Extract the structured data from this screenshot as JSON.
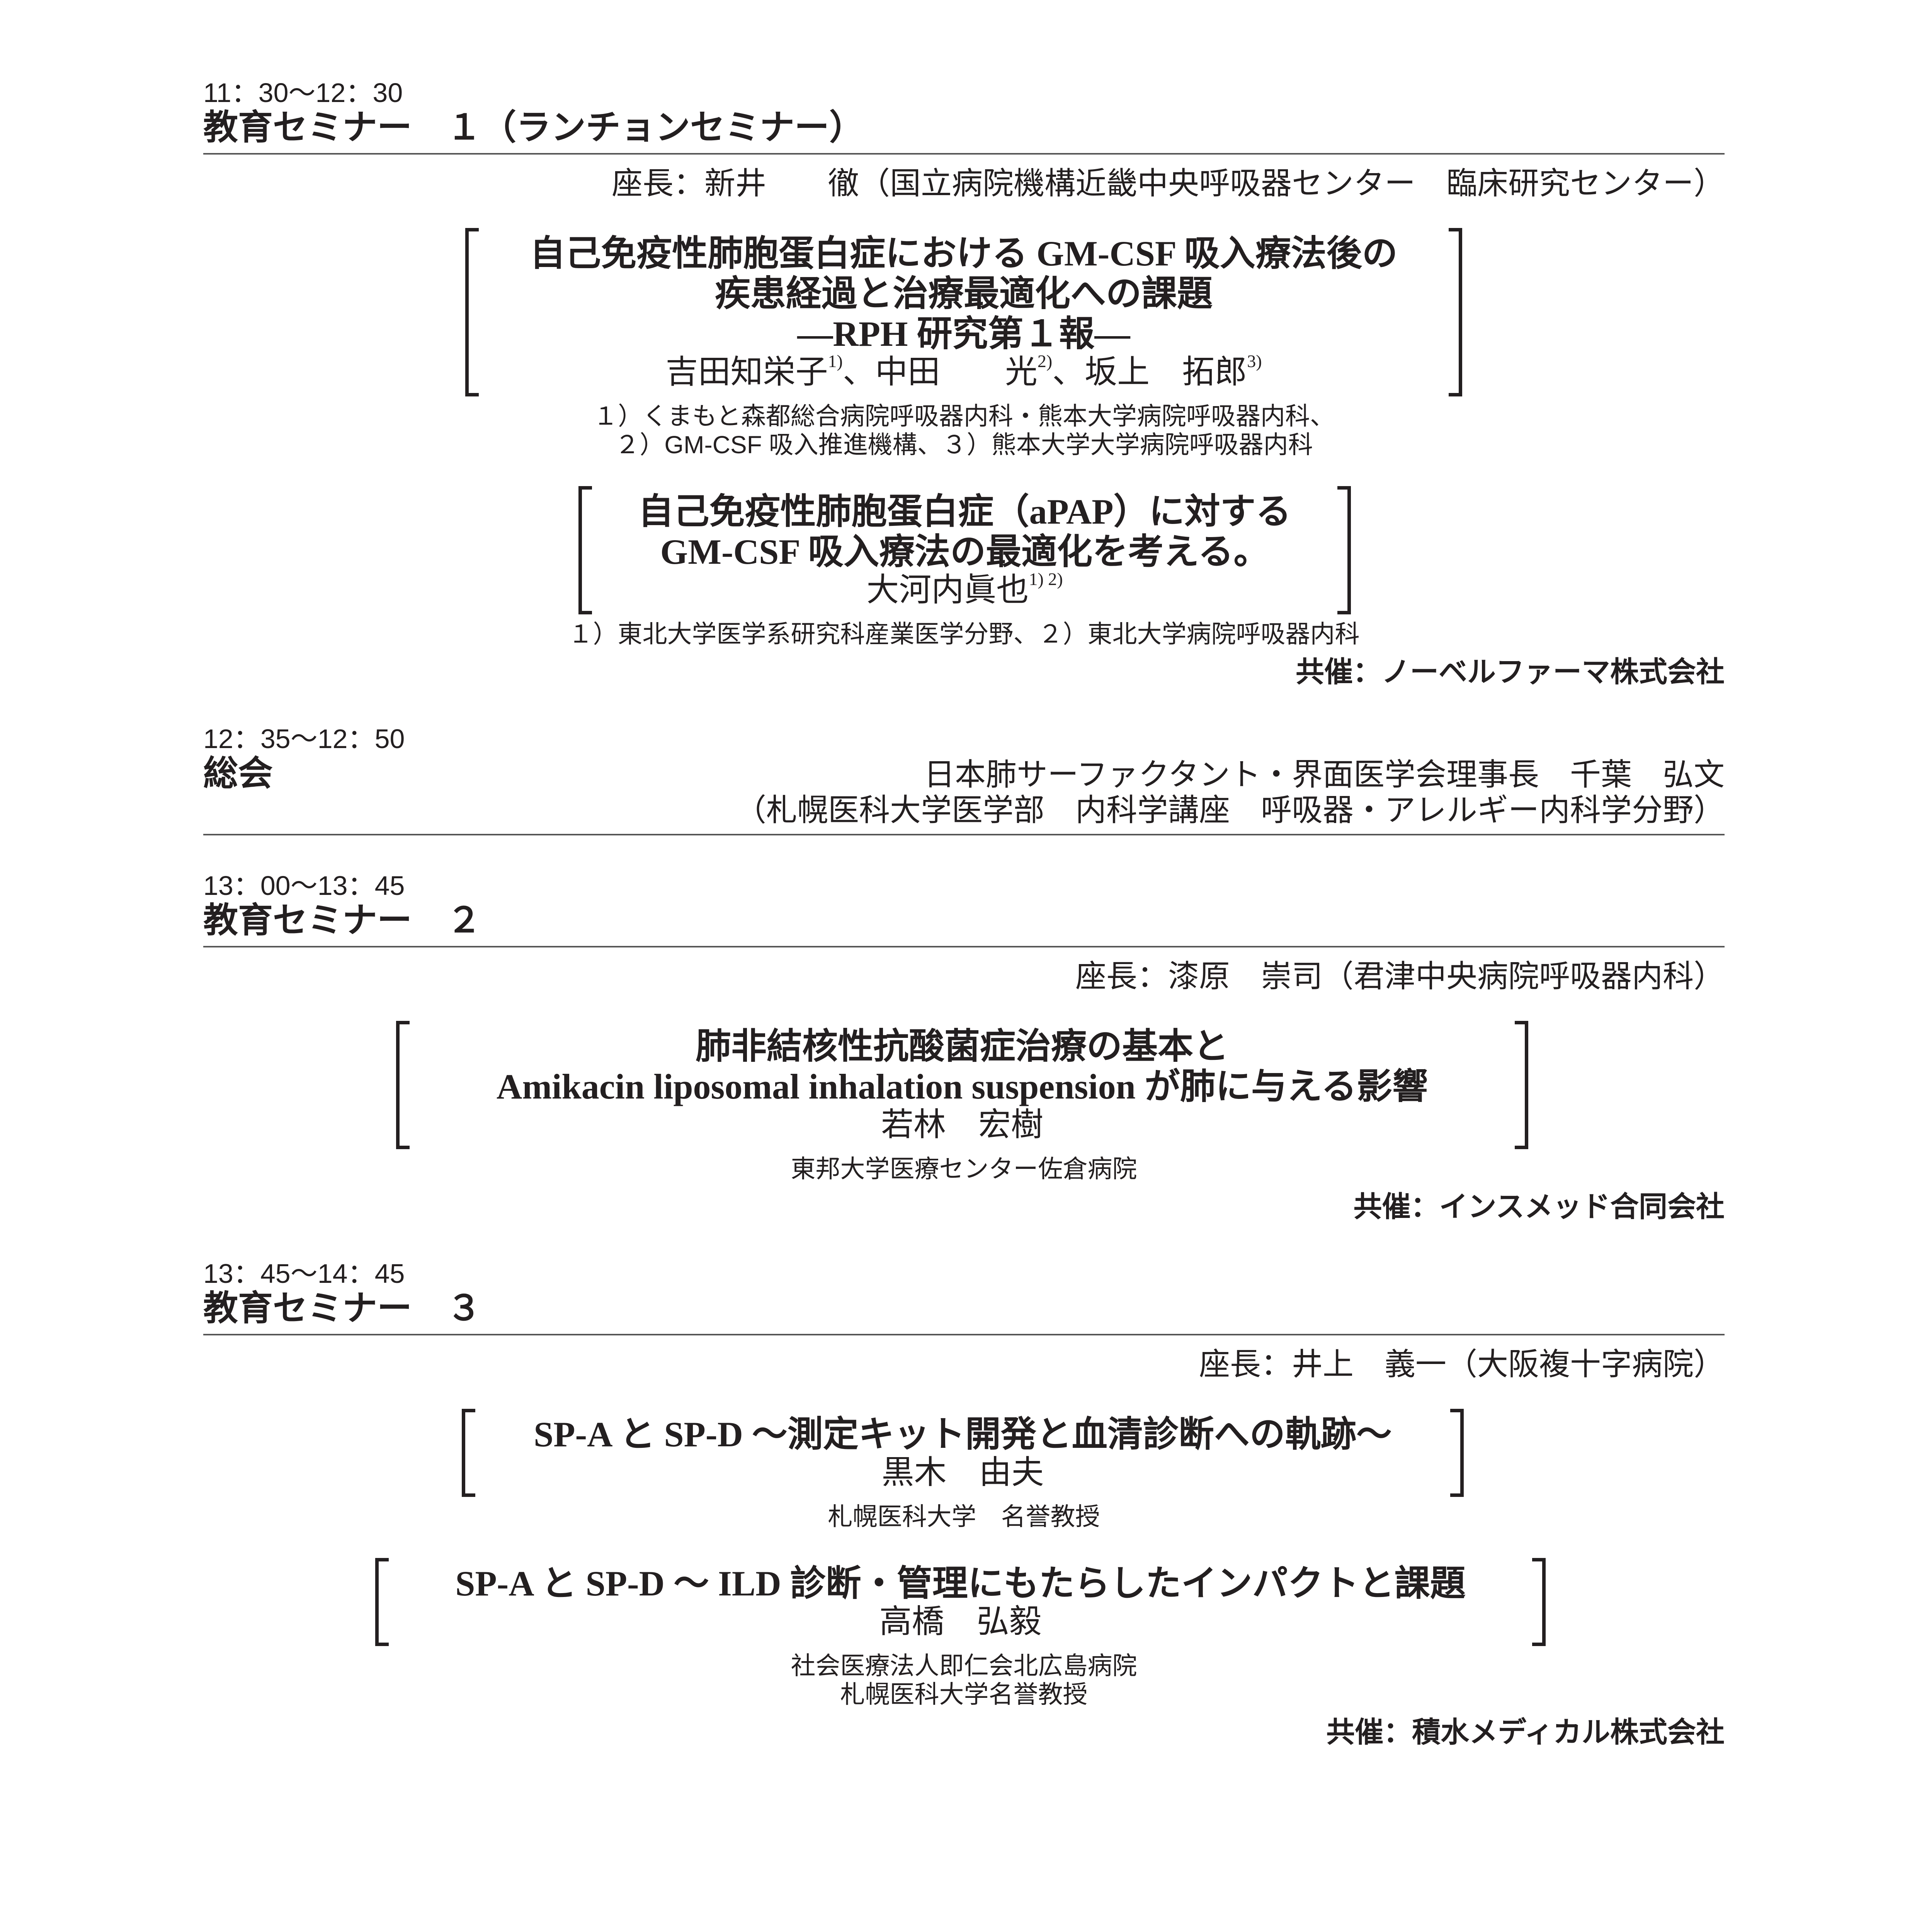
{
  "sessions": [
    {
      "time": "11：30〜12：30",
      "title": "教育セミナー　１（ランチョンセミナー）",
      "chair": "座長：新井　　徹（国立病院機構近畿中央呼吸器センター　臨床研究センター）",
      "talks": [
        {
          "title_lines": [
            "自己免疫性肺胞蛋白症における GM-CSF 吸入療法後の",
            "疾患経過と治療最適化への課題",
            "―RPH 研究第１報―"
          ],
          "authors": [
            {
              "name": "吉田知栄子",
              "sup": "1)"
            },
            {
              "name": "、中田　　光",
              "sup": "2)"
            },
            {
              "name": "、坂上　拓郎",
              "sup": "3)"
            }
          ],
          "affiliations": [
            "１）くまもと森都総合病院呼吸器内科・熊本大学病院呼吸器内科、",
            "２）GM-CSF 吸入推進機構、３）熊本大学大学病院呼吸器内科"
          ]
        },
        {
          "title_lines": [
            "自己免疫性肺胞蛋白症（aPAP）に対する",
            "GM-CSF 吸入療法の最適化を考える。"
          ],
          "authors": [
            {
              "name": "大河内眞也",
              "sup": "1) 2)"
            }
          ],
          "affiliations": [
            "１）東北大学医学系研究科産業医学分野、２）東北大学病院呼吸器内科"
          ]
        }
      ],
      "sponsor": "共催：ノーベルファーマ株式会社"
    },
    {
      "time": "12：35〜12：50",
      "title": "総会",
      "presenter_line1": "日本肺サーファクタント・界面医学会理事長　千葉　弘文",
      "presenter_line2": "（札幌医科大学医学部　内科学講座　呼吸器・アレルギー内科学分野）"
    },
    {
      "time": "13：00〜13：45",
      "title": "教育セミナー　２",
      "chair": "座長：漆原　崇司（君津中央病院呼吸器内科）",
      "talks": [
        {
          "title_lines": [
            "肺非結核性抗酸菌症治療の基本と",
            "Amikacin liposomal inhalation suspension が肺に与える影響"
          ],
          "authors": [
            {
              "name": "若林　宏樹",
              "sup": ""
            }
          ],
          "affiliations": [
            "東邦大学医療センター佐倉病院"
          ]
        }
      ],
      "sponsor": "共催：インスメッド合同会社"
    },
    {
      "time": "13：45〜14：45",
      "title": "教育セミナー　３",
      "chair": "座長：井上　義一（大阪複十字病院）",
      "talks": [
        {
          "title_lines": [
            "SP-A と SP-D 〜測定キット開発と血清診断への軌跡〜"
          ],
          "authors": [
            {
              "name": "黒木　由夫",
              "sup": ""
            }
          ],
          "affiliations": [
            "札幌医科大学　名誉教授"
          ]
        },
        {
          "title_lines": [
            "SP-A と SP-D 〜 ILD 診断・管理にもたらしたインパクトと課題"
          ],
          "authors": [
            {
              "name": "高橋　弘毅",
              "sup": ""
            }
          ],
          "affiliations": [
            "社会医療法人即仁会北広島病院",
            "札幌医科大学名誉教授"
          ]
        }
      ],
      "sponsor": "共催：積水メディカル株式会社"
    }
  ]
}
